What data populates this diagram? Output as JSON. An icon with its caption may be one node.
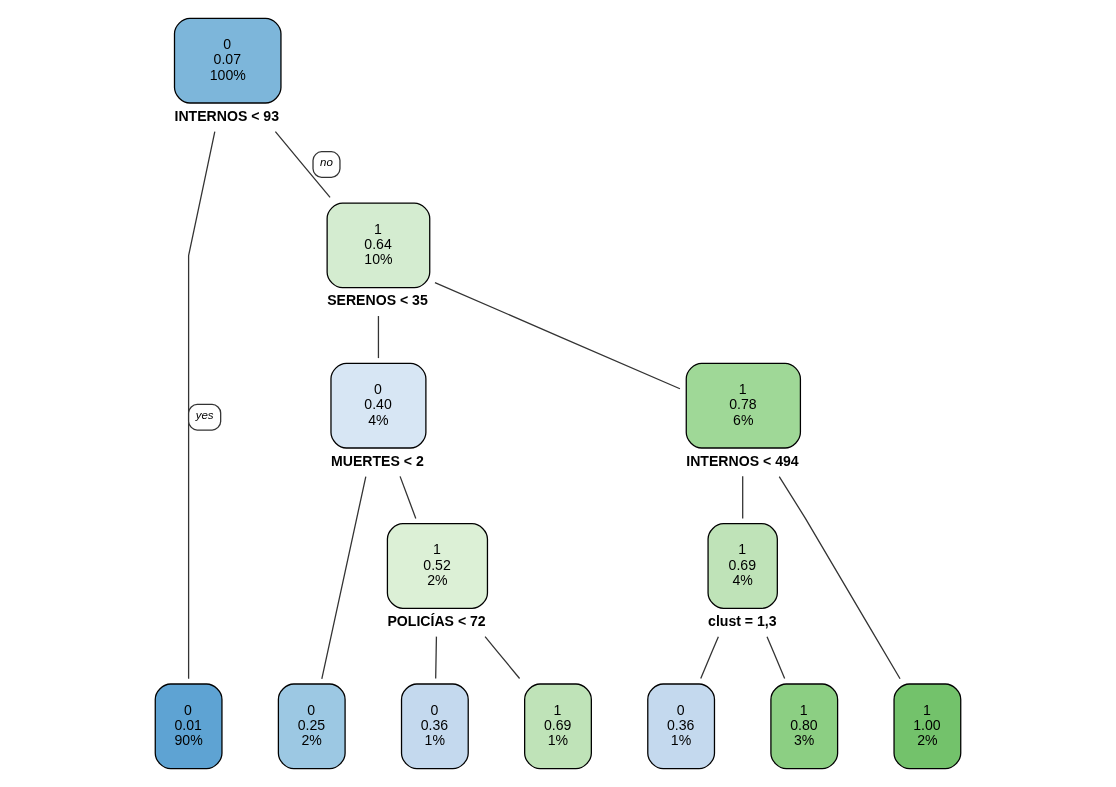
{
  "diagram": {
    "nodes": [
      {
        "text": [
          "0",
          "0.07",
          "100%"
        ],
        "beside": [
          "INTERNOS < 93"
        ]
      },
      {
        "text": [
          "1",
          "0.64",
          "10%"
        ],
        "beside": [
          "SERENOS < 35"
        ]
      },
      {
        "text": [
          "0",
          "0.40",
          "4%"
        ],
        "beside": [
          "MUERTES < 2"
        ]
      },
      {
        "text": [
          "1",
          "0.78",
          "6%"
        ],
        "beside": [
          "INTERNOS < 494"
        ]
      },
      {
        "text": [
          "1",
          "0.52",
          "2%"
        ],
        "beside": [
          "POLICÍAS < 72"
        ]
      },
      {
        "text": [
          "1",
          "0.69",
          "4%"
        ],
        "beside": [
          "clust = 1,3"
        ]
      },
      {
        "text": [
          "0",
          "0.01",
          "90%"
        ]
      },
      {
        "text": [
          "0",
          "0.25",
          "2%"
        ]
      },
      {
        "text": [
          "0",
          "0.36",
          "1%"
        ]
      },
      {
        "text": [
          "1",
          "0.69",
          "1%"
        ]
      },
      {
        "text": [
          "0",
          "0.36",
          "1%"
        ]
      },
      {
        "text": [
          "1",
          "0.80",
          "3%"
        ]
      },
      {
        "text": [
          "1",
          "1.00",
          "2%"
        ]
      }
    ],
    "edges": [
      {
        "from": 0,
        "to": 6,
        "arrow": "none",
        "label": "yes"
      },
      {
        "from": 0,
        "to": 1,
        "arrow": "none",
        "label": "no"
      },
      {
        "from": 1,
        "to": 2,
        "arrow": "none"
      },
      {
        "from": 1,
        "to": 3,
        "arrow": "none"
      },
      {
        "from": 2,
        "to": 7,
        "arrow": "none"
      },
      {
        "from": 2,
        "to": 4,
        "arrow": "none"
      },
      {
        "from": 4,
        "to": 8,
        "arrow": "none"
      },
      {
        "from": 4,
        "to": 9,
        "arrow": "none"
      },
      {
        "from": 3,
        "to": 5,
        "arrow": "none"
      },
      {
        "from": 3,
        "to": 12,
        "arrow": "none"
      },
      {
        "from": 5,
        "to": 10,
        "arrow": "none"
      },
      {
        "from": 5,
        "to": 11,
        "arrow": "none"
      }
    ]
  }
}
